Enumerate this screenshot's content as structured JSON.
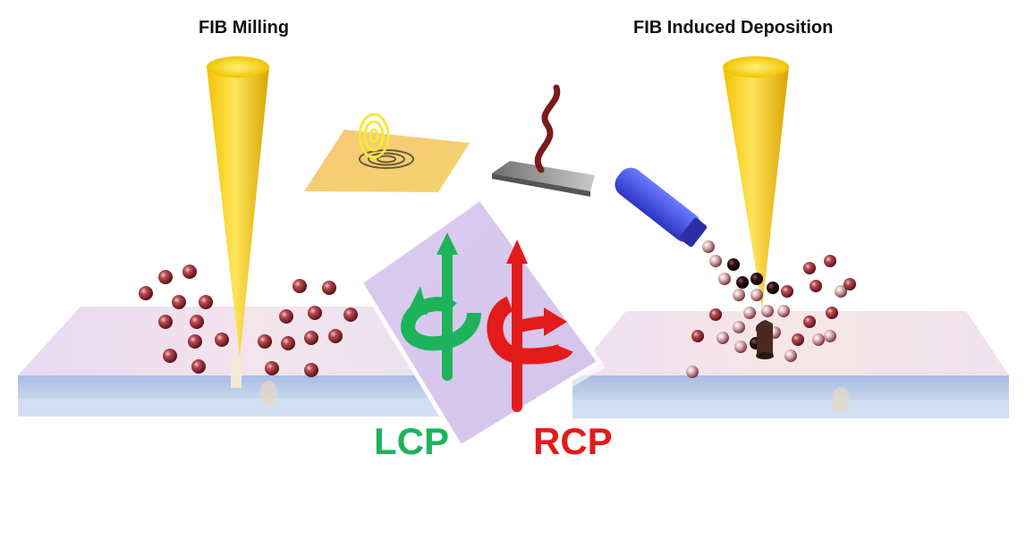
{
  "titles": {
    "left": "FIB Milling",
    "right": "FIB Induced Deposition"
  },
  "polarization": {
    "lcp": "LCP",
    "rcp": "RCP"
  },
  "colors": {
    "lcp": "#1db35a",
    "rcp": "#e31b1b",
    "ion_beam": "#f5c518",
    "particle": "#9c2b35",
    "dark_particle": "#2a0d10",
    "gas_nozzle": "#4a5ae8",
    "substrate": "#c9d6ee",
    "card": "#d9c8ee"
  },
  "icons": {
    "beam": "ion-beam-cone",
    "nozzle": "gas-injection-nozzle",
    "handedness": "circular-polarization-arrows"
  }
}
